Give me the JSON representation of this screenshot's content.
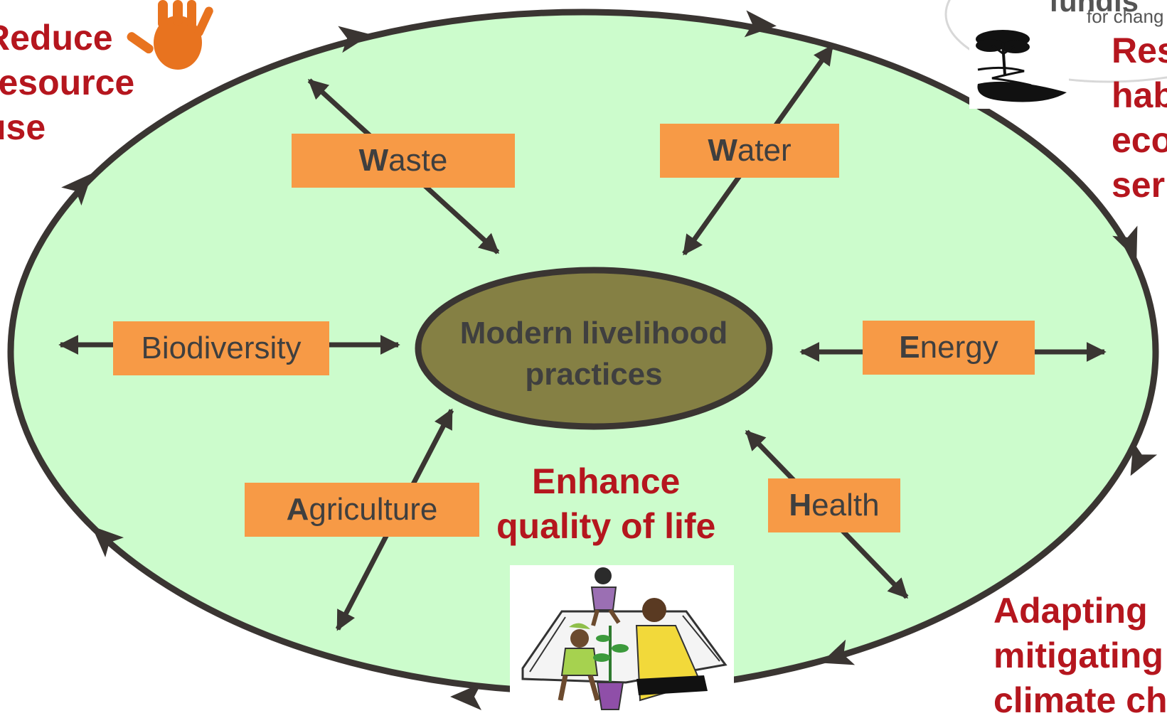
{
  "diagram": {
    "center_label_line1": "Modern livelihood",
    "center_label_line2": "practices",
    "boxes": {
      "waste": {
        "first": "W",
        "rest": "aste"
      },
      "water": {
        "first": "W",
        "rest": "ater"
      },
      "biodiversity": {
        "first": "",
        "rest": "Biodiversity"
      },
      "energy": {
        "first": "E",
        "rest": "nergy"
      },
      "agriculture": {
        "first": "A",
        "rest": "griculture"
      },
      "health": {
        "first": "H",
        "rest": "ealth"
      }
    },
    "goals": {
      "reduce": "Reduce\nresource\nuse",
      "restore": "Res\nhab\neco\nser",
      "enhance": "Enhance\nquality of life",
      "adapting": "Adapting\nmitigating\nclimate ch"
    },
    "brand_partial": "fundis",
    "brand_tagline_partial": "for chang"
  },
  "colors": {
    "outer_fill": "#ccfccc",
    "outer_stroke": "#3a3532",
    "center_fill": "#858044",
    "box_fill": "#f79a46",
    "goal_text": "#b5161e",
    "label_text": "#3f3f3f",
    "hand": "#e8731f"
  },
  "icons": [
    "hand-print-icon",
    "acacia-tree-logo-icon",
    "family-planting-illustration"
  ]
}
